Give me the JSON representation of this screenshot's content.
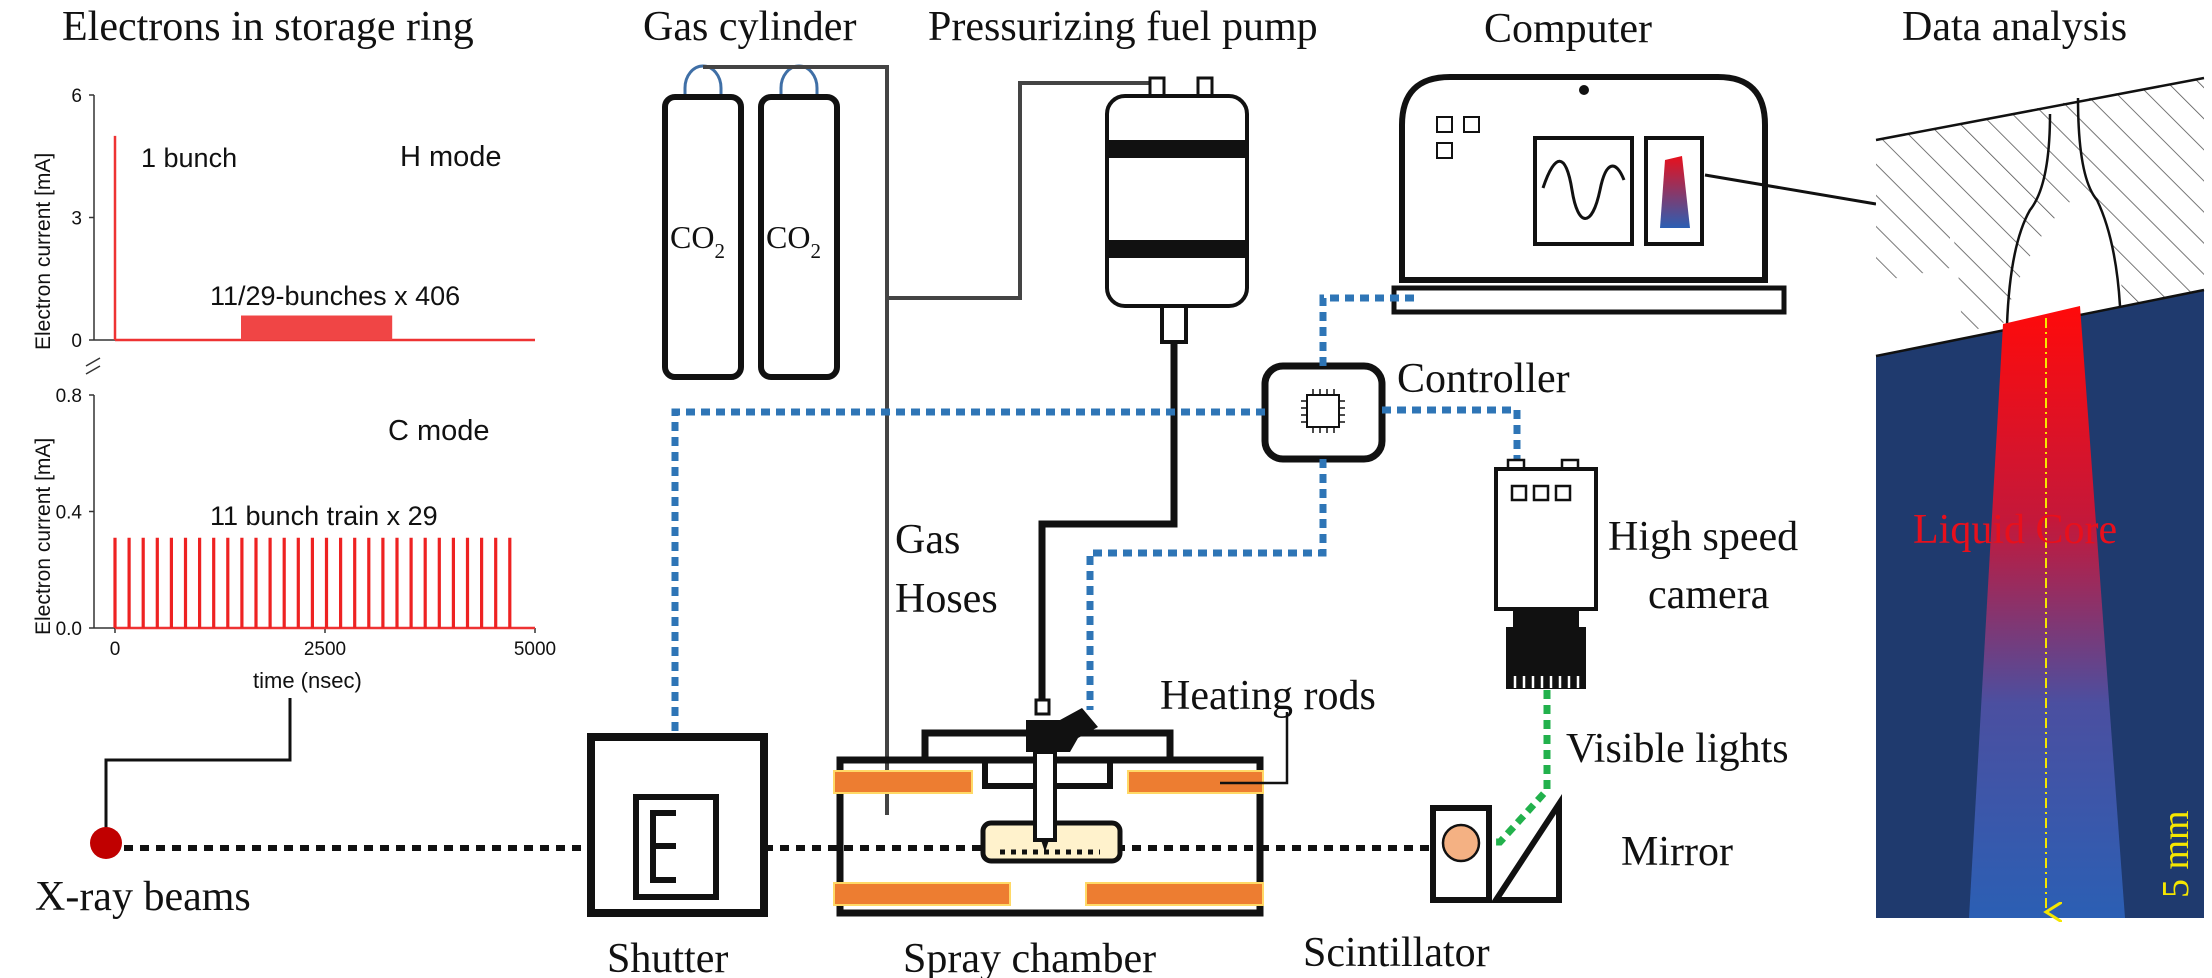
{
  "sections": {
    "electrons_title": "Electrons in storage ring",
    "gas_cylinder": "Gas cylinder",
    "fuel_pump": "Pressurizing fuel pump",
    "computer": "Computer",
    "data_analysis": "Data analysis"
  },
  "cylinders": {
    "label_main": "CO",
    "label_sub": "2"
  },
  "labels": {
    "gas_hoses_1": "Gas",
    "gas_hoses_2": "Hoses",
    "controller": "Controller",
    "camera_1": "High speed",
    "camera_2": "camera",
    "heating_rods": "Heating rods",
    "visible_lights": "Visible lights",
    "mirror": "Mirror",
    "xray_beams": "X-ray beams",
    "shutter": "Shutter",
    "spray_chamber": "Spray chamber",
    "scintillator": "Scintillator"
  },
  "analysis": {
    "liquid_core": "Liquid Core",
    "scale": "5 mm"
  },
  "colors": {
    "hose_blue": "#2e75b6",
    "light_green": "#22b14c",
    "rod_orange": "#ed7d31",
    "beam_red": "#c00000",
    "analysis_navy": "#1f3a6e",
    "core_red": "#e8101c"
  },
  "chart_data": [
    {
      "type": "line",
      "title": "H mode",
      "ylabel": "Electron current [mA]",
      "ylim": [
        0,
        6
      ],
      "yticks": [
        "0",
        "3",
        "6"
      ],
      "xlim": [
        -250,
        5000
      ],
      "annotations": [
        "1 bunch",
        "11/29-bunches x 406"
      ],
      "series": [
        {
          "name": "1 bunch",
          "x": [
            0,
            0
          ],
          "y": [
            5,
            0
          ]
        },
        {
          "name": "11/29-bunches x 406",
          "x": [
            1500,
            3300
          ],
          "y": [
            0.6,
            0.6
          ]
        }
      ]
    },
    {
      "type": "line",
      "title": "C mode",
      "ylabel": "Electron current [mA]",
      "xlabel": "time (nsec)",
      "ylim": [
        0,
        0.8
      ],
      "yticks": [
        "0.0",
        "0.4",
        "0.8"
      ],
      "xticks": [
        "0",
        "2500",
        "5000"
      ],
      "xlim": [
        -250,
        5000
      ],
      "annotations": [
        "11 bunch train x 29"
      ],
      "series": [
        {
          "name": "11 bunch train x 29",
          "train_count": 29,
          "x_start": 0,
          "x_end": 4700,
          "y": 0.31
        }
      ]
    }
  ]
}
